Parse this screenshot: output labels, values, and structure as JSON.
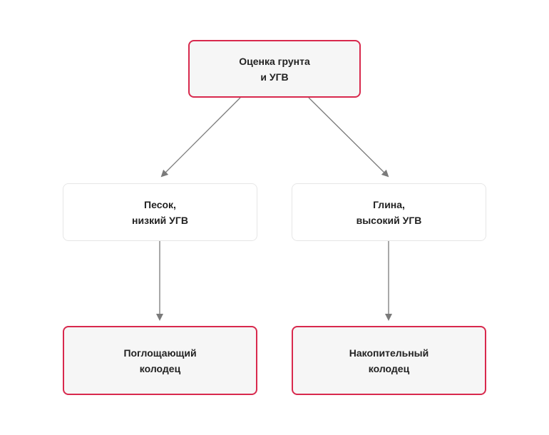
{
  "nodes": {
    "root": {
      "line1": "Оценка грунта",
      "line2": "и УГВ"
    },
    "left": {
      "line1": "Песок,",
      "line2": "низкий УГВ"
    },
    "right": {
      "line1": "Глина,",
      "line2": "высокий УГВ"
    },
    "left_result": {
      "line1": "Поглощающий",
      "line2": "колодец"
    },
    "right_result": {
      "line1": "Накопительный",
      "line2": "колодец"
    }
  },
  "colors": {
    "accent_border": "#d8294d",
    "plain_border": "#e6e6e6",
    "node_fill": "#f6f6f6",
    "edge": "#7a7a7a"
  }
}
